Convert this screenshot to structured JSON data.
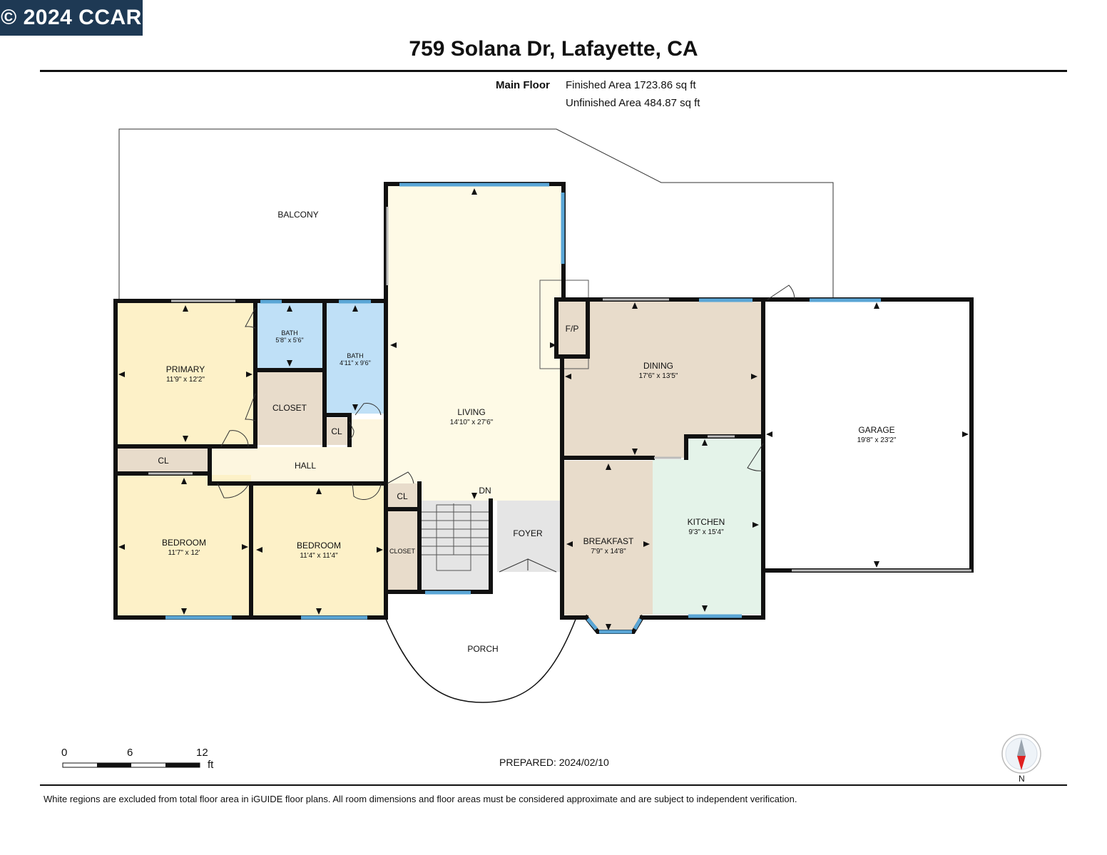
{
  "badge": {
    "text": "© 2024 CCAR"
  },
  "header": {
    "title": "759 Solana Dr, Lafayette, CA",
    "floor_name": "Main Floor",
    "finished_area": "Finished Area 1723.86 sq ft",
    "unfinished_area": "Unfinished Area 484.87 sq ft"
  },
  "rooms": {
    "balcony": {
      "name": "BALCONY"
    },
    "primary": {
      "name": "PRIMARY",
      "dim": "11'9\" x 12'2\""
    },
    "bath1": {
      "name": "BATH",
      "dim": "5'8\" x 5'6\""
    },
    "bath2": {
      "name": "BATH",
      "dim": "4'11\" x 9'6\""
    },
    "closet_main": {
      "name": "CLOSET"
    },
    "cl_small": {
      "name": "CL"
    },
    "cl_left": {
      "name": "CL"
    },
    "hall": {
      "name": "HALL"
    },
    "living": {
      "name": "LIVING",
      "dim": "14'10\" x 27'6\""
    },
    "fireplace": {
      "name": "F/P"
    },
    "dining": {
      "name": "DINING",
      "dim": "17'6\" x 13'5\""
    },
    "garage": {
      "name": "GARAGE",
      "dim": "19'8\" x 23'2\""
    },
    "bedroom1": {
      "name": "BEDROOM",
      "dim": "11'7\" x 12'"
    },
    "bedroom2": {
      "name": "BEDROOM",
      "dim": "11'4\" x 11'4\""
    },
    "cl_stair": {
      "name": "CL"
    },
    "closet_lower": {
      "name": "CLOSET"
    },
    "stairs_dn": {
      "name": "DN"
    },
    "foyer": {
      "name": "FOYER"
    },
    "breakfast": {
      "name": "BREAKFAST",
      "dim": "7'9\" x 14'8\""
    },
    "kitchen": {
      "name": "KITCHEN",
      "dim": "9'3\" x 15'4\""
    },
    "porch": {
      "name": "PORCH"
    }
  },
  "scale": {
    "start": "0",
    "mid": "6",
    "end": "12",
    "unit": "ft"
  },
  "compass": {
    "label": "N"
  },
  "prepared": "PREPARED: 2024/02/10",
  "disclaimer": "White regions are excluded from total floor area in iGUIDE floor plans. All room dimensions and floor areas must be considered approximate and are subject to independent verification.",
  "colors": {
    "bedroom": "#fdf1c8",
    "bath": "#bfe0f7",
    "closet": "#e8dccb",
    "hall": "#fdf6df",
    "living": "#fefae6",
    "dining": "#e8dccb",
    "kitchen": "#e4f3e9",
    "foyer": "#e5e5e5",
    "window": "#5aa6d6",
    "badge": "#1e3954"
  }
}
